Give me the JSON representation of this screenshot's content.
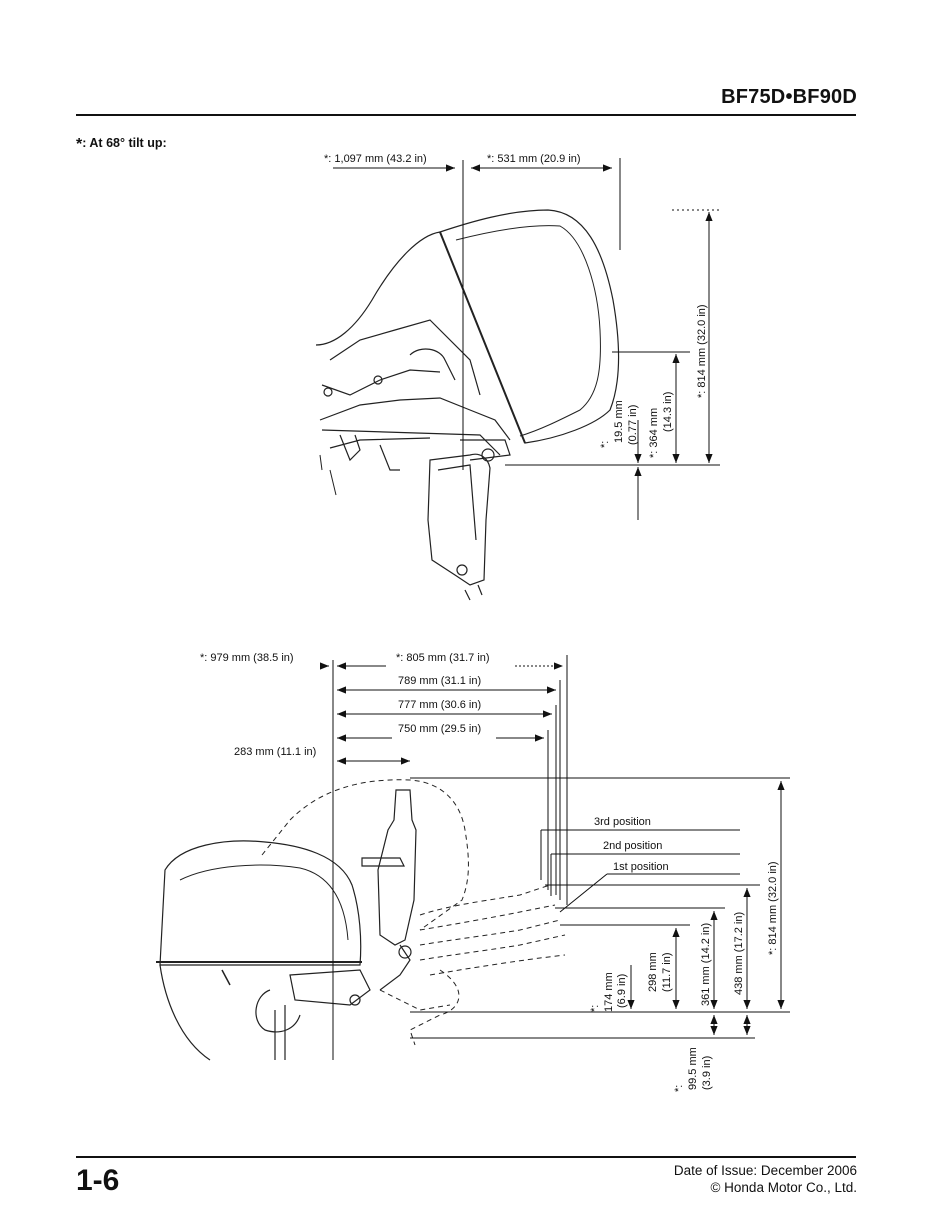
{
  "header": {
    "model": "BF75D•BF90D"
  },
  "note": {
    "star": "*",
    "text": ": At 68° tilt up:"
  },
  "top_figure": {
    "width_a": "*: 1,097 mm (43.2 in)",
    "width_b": "*: 531 mm (20.9 in)",
    "height_total": "*: 814 mm (32.0 in)",
    "height_mid_mm": "*: 364 mm",
    "height_mid_in": "(14.3 in)",
    "offset_star": "*:",
    "offset_mm": "19.5 mm",
    "offset_in": "(0.77 in)"
  },
  "bottom_figure": {
    "w1": "*: 979 mm (38.5 in)",
    "w2": "*: 805 mm (31.7 in)",
    "w3": "789 mm (31.1 in)",
    "w4": "777 mm (30.6 in)",
    "w5": "750 mm (29.5 in)",
    "w6": "283 mm (11.1 in)",
    "pos3": "3rd position",
    "pos2": "2nd position",
    "pos1": "1st position",
    "h174_star": "*:",
    "h174_mm": "174 mm",
    "h174_in": "(6.9 in)",
    "h298_mm": "298 mm",
    "h298_in": "(11.7 in)",
    "h361": "361 mm (14.2 in)",
    "h438": "438 mm (17.2 in)",
    "h814": "*: 814 mm (32.0 in)",
    "h99_star": "*:",
    "h99_mm": "99.5 mm",
    "h99_in": "(3.9 in)"
  },
  "footer": {
    "page_number": "1-6",
    "issue_date": "Date of Issue: December 2006",
    "copyright": "© Honda Motor Co., Ltd."
  }
}
